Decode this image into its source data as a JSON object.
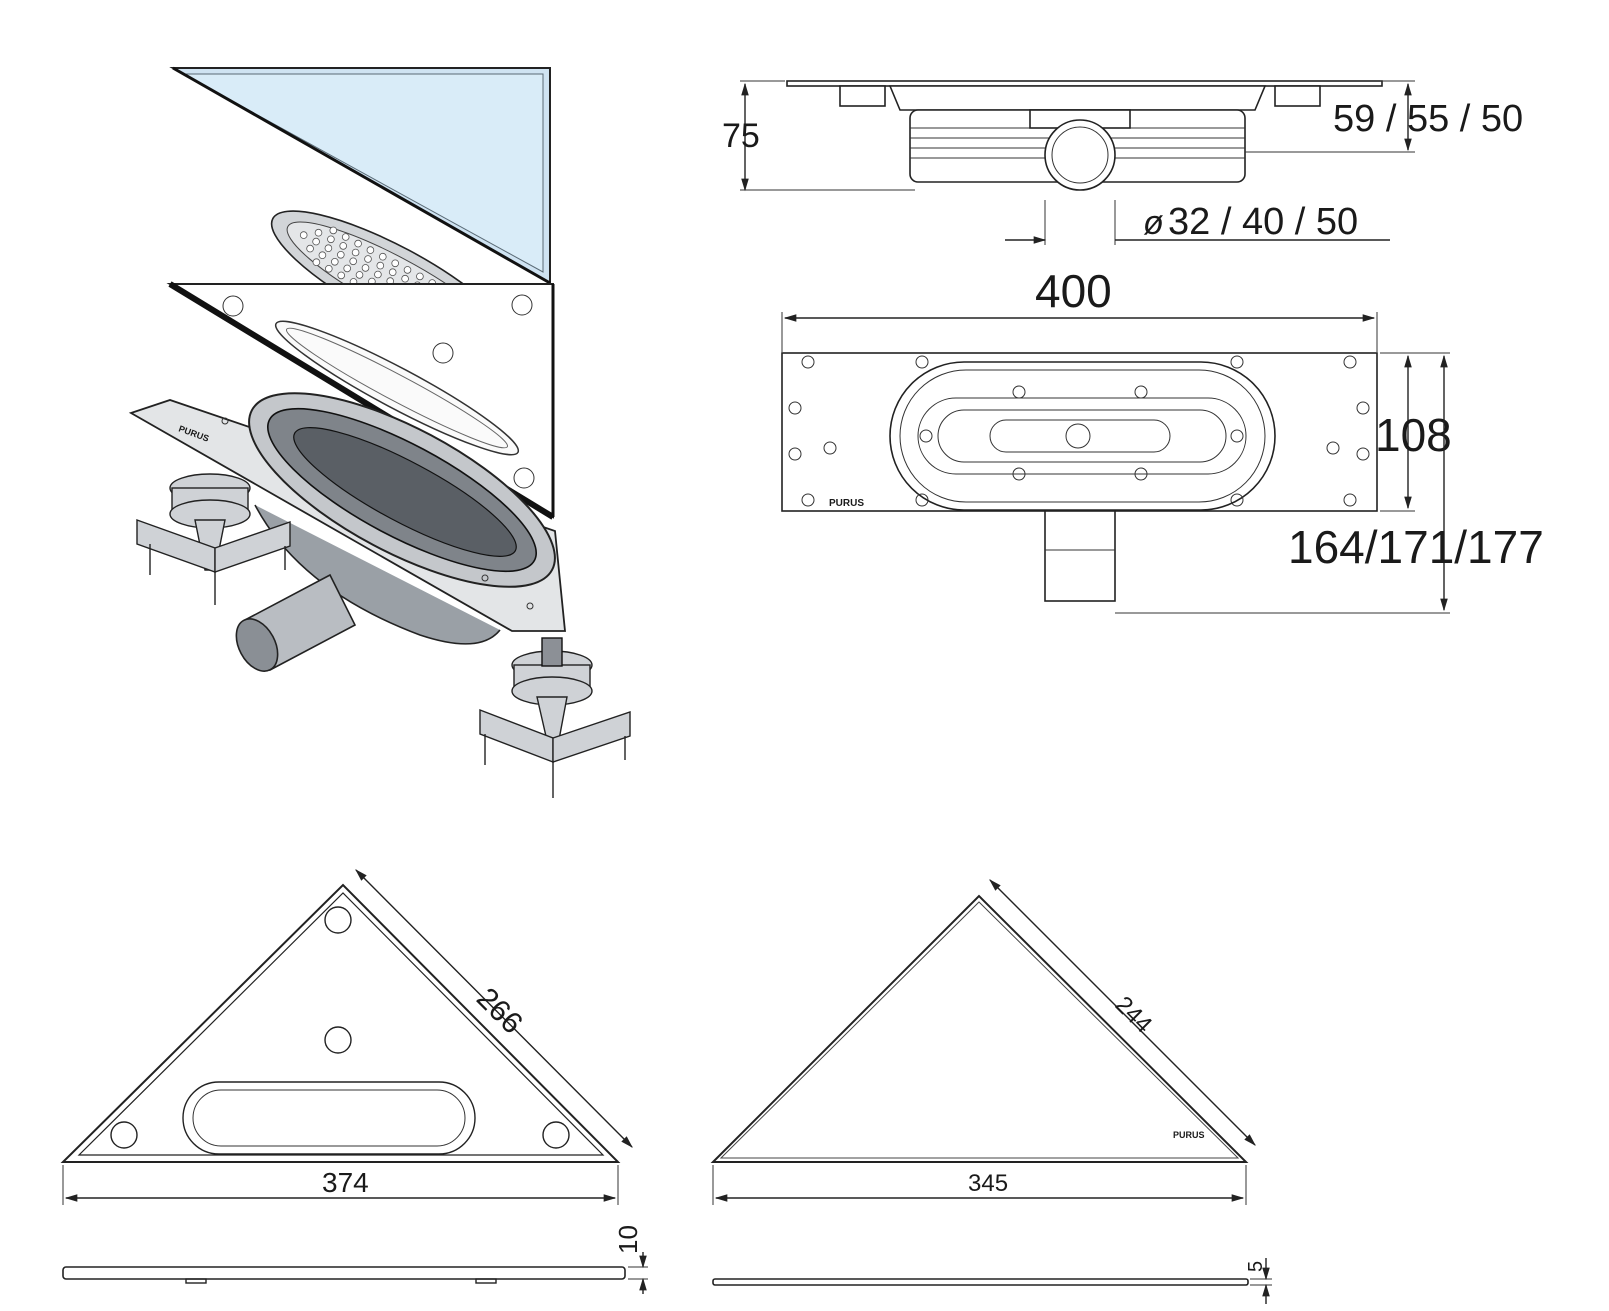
{
  "dimensions": {
    "height_75": "75",
    "flange_heights": "59 / 55 / 50",
    "outlet_diameters": "32 / 40 / 50",
    "diameter_symbol": "ø",
    "width_400": "400",
    "depth_108": "108",
    "outlet_depths": "164/171/177",
    "frame_side": "266",
    "frame_base": "374",
    "frame_thickness": "10",
    "glass_side": "244",
    "glass_base": "345",
    "glass_thickness": "5"
  },
  "brand": {
    "plate_label": "PURUS",
    "glass_label": "PURUS"
  },
  "colors": {
    "glass_tint": "#cfe3f2",
    "metal": "#cfd2d6",
    "line": "#222222"
  }
}
